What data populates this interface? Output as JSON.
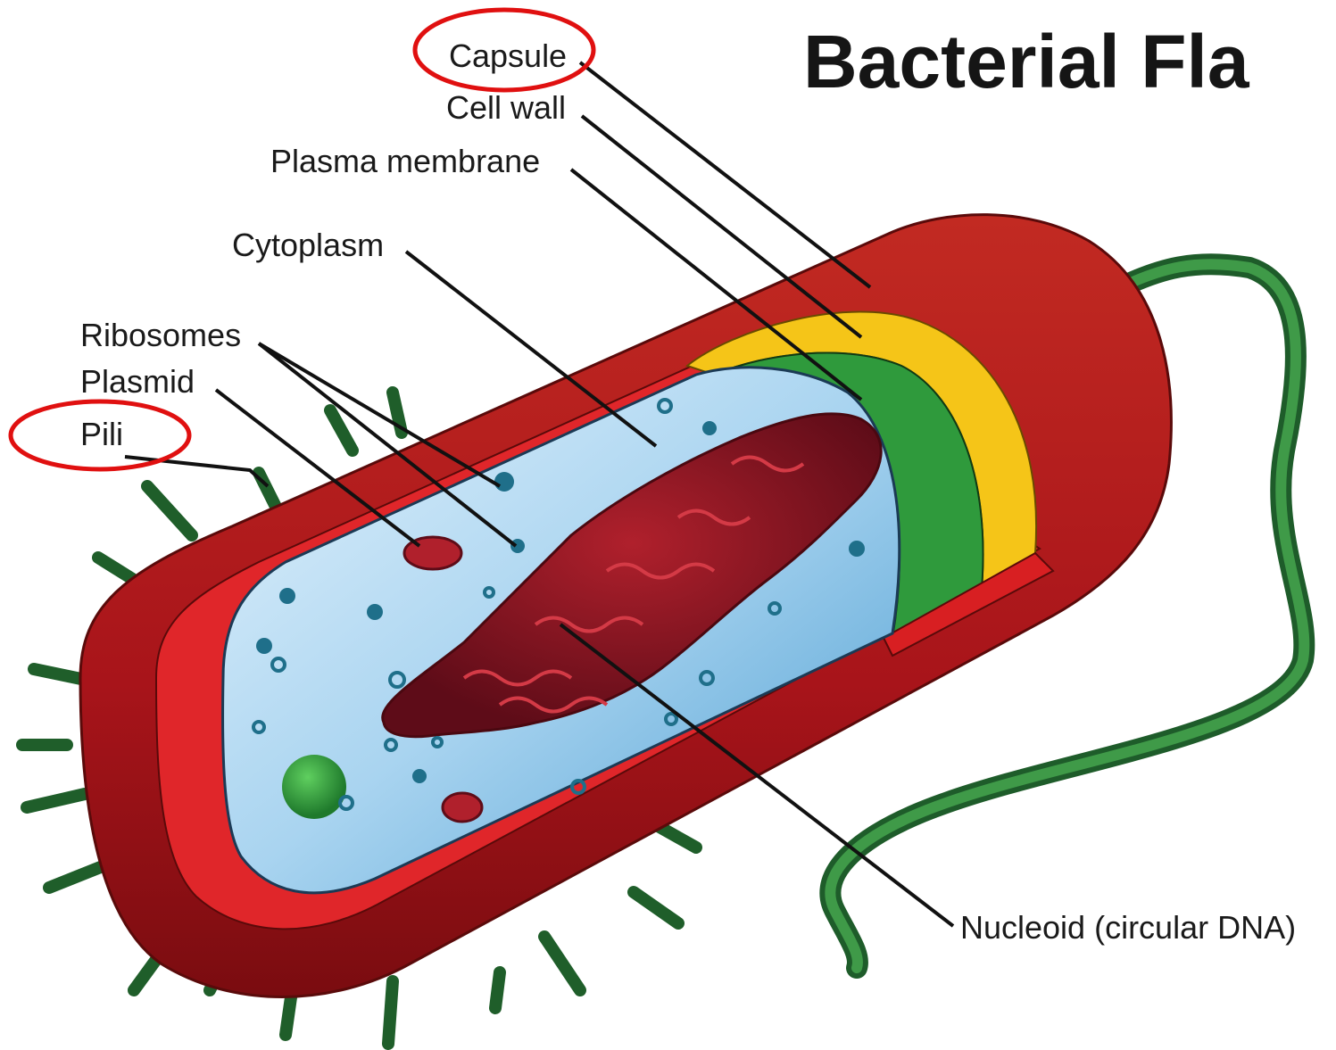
{
  "title": "Bacterial Fla",
  "labels": {
    "capsule": "Capsule",
    "cell_wall": "Cell wall",
    "plasma_membrane": "Plasma membrane",
    "cytoplasm": "Cytoplasm",
    "ribosomes": "Ribosomes",
    "plasmid": "Plasmid",
    "pili": "Pili",
    "nucleoid": "Nucleoid (circular DNA)"
  },
  "highlighted": [
    "Capsule",
    "Pili"
  ],
  "colors": {
    "capsule": "#c81e1e",
    "cell_wall": "#f5c518",
    "plasma_membrane": "#2f9a3c",
    "cytoplasm": "#a9d4f0",
    "nucleoid": "#8e1320",
    "flagellum": "#1e5c2a",
    "highlight_ring": "#e01010"
  }
}
